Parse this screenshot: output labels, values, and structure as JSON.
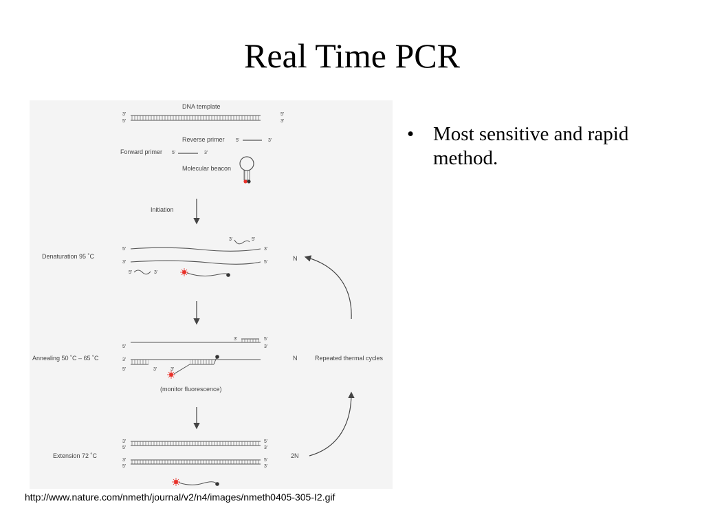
{
  "slide": {
    "title": "Real Time PCR",
    "bullets": [
      "Most sensitive and rapid method."
    ],
    "bullet_symbol": "•",
    "source_url": "http://www.nature.com/nmeth/journal/v2/n4/images/nmeth0405-305-I2.gif"
  },
  "figure": {
    "dna_template": "DNA template",
    "reverse_primer": "Reverse primer",
    "forward_primer": "Forward primer",
    "molecular_beacon": "Molecular beacon",
    "initiation": "Initiation",
    "denaturation": "Denaturation 95 ˚C",
    "annealing": "Annealing 50 ˚C – 65 ˚C",
    "monitor": "(monitor fluorescence)",
    "extension": "Extension 72 ˚C",
    "repeated": "Repeated thermal cycles",
    "count_n": "N",
    "count_2n": "2N",
    "end3": "3'",
    "end5": "5'",
    "colors": {
      "fluor": "#e8312a",
      "quencher": "#333333",
      "strand": "#555555"
    }
  }
}
